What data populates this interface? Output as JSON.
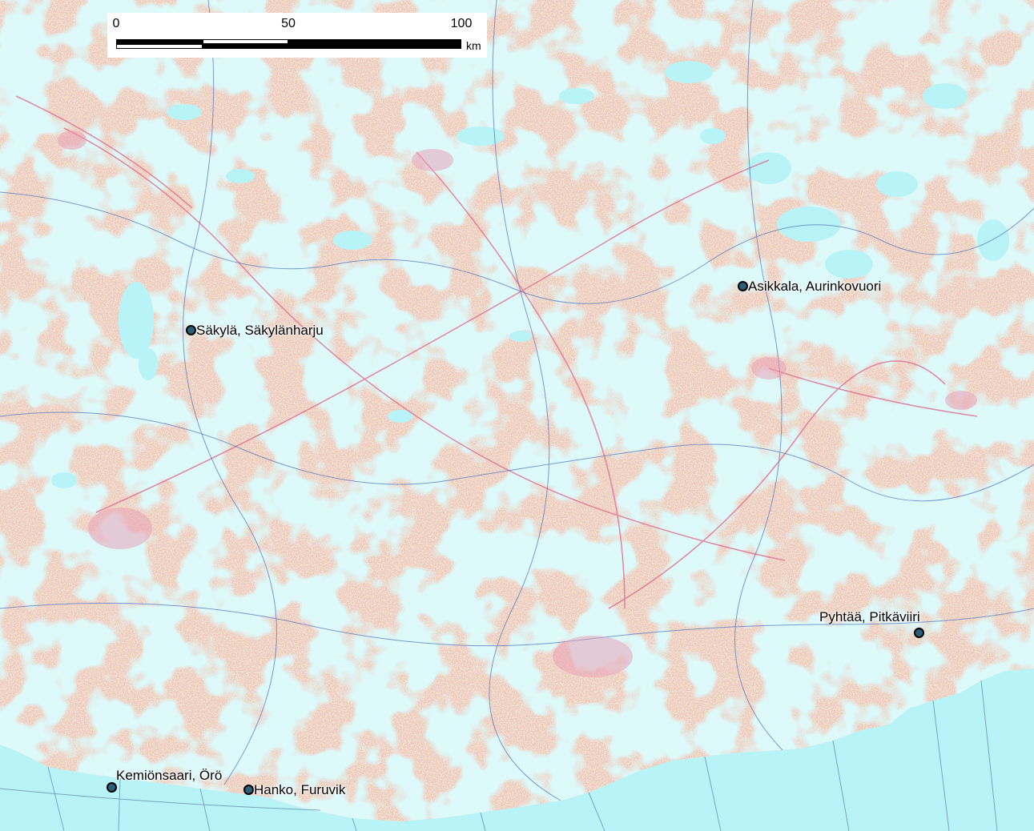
{
  "colors": {
    "sea": "#b8f4f7",
    "land": "#f4ebdd",
    "terrain": "#d8b48a",
    "road": "#e06a8c",
    "boundary": "#4d72c2",
    "marker": "#2c5f79"
  },
  "scalebar": {
    "ticks": [
      {
        "label": "0",
        "value": 0
      },
      {
        "label": "50",
        "value": 50
      },
      {
        "label": "100",
        "value": 100
      }
    ],
    "unit": "km"
  },
  "places": [
    {
      "label": "Asikkala, Aurinkovuori"
    },
    {
      "label": "Säkylä, Säkylänharju"
    },
    {
      "label": "Pyhtää, Pitkäviiri"
    },
    {
      "label": "Kemiönsaari, Örö"
    },
    {
      "label": "Hanko, Furuvik"
    }
  ]
}
